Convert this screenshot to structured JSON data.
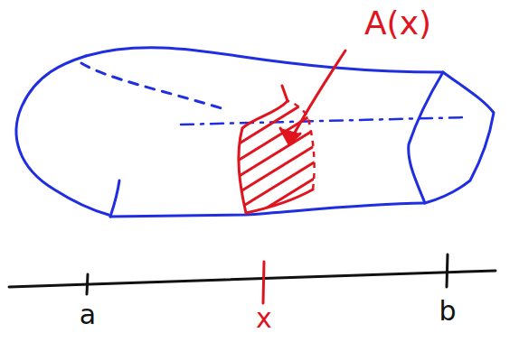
{
  "diagram": {
    "labels": [
      "A(x)",
      "a",
      "x",
      "b"
    ]
  }
}
